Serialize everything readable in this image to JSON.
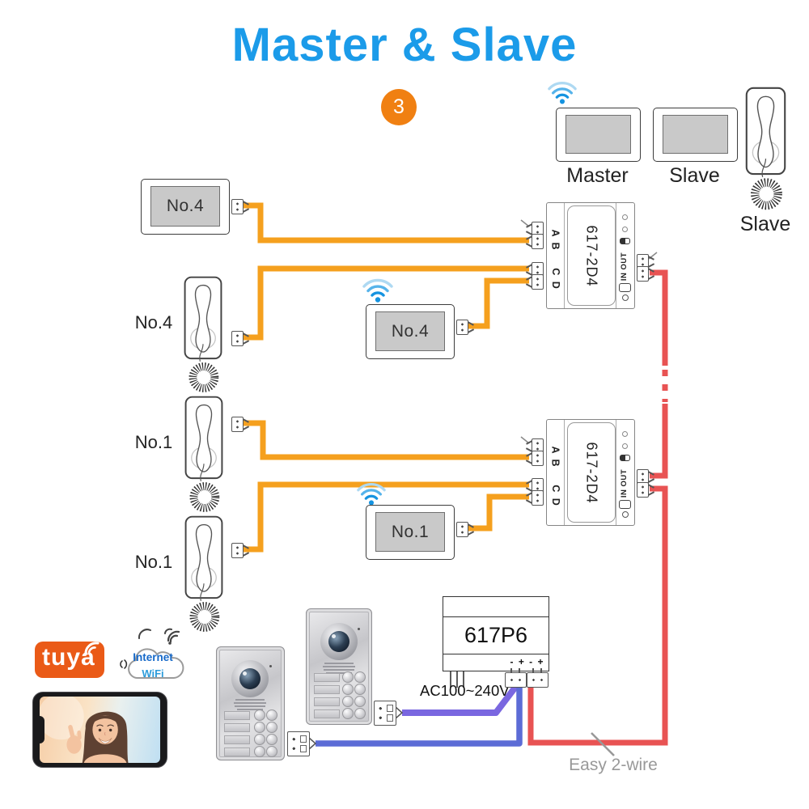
{
  "title": "Master & Slave",
  "step_badge": "3",
  "colors": {
    "accent_blue": "#1B9BE9",
    "badge_orange": "#F08012",
    "wire_orange": "#F5A01E",
    "wire_red": "#E85353",
    "wire_purple": "#7A67E0",
    "wire_blue": "#5C6CD6",
    "tuya_orange": "#EA5A17",
    "wifi_blue": "#1593E0",
    "label_gray": "#999999",
    "screen_gray": "#C9C9C9"
  },
  "top_right": {
    "master_label": "Master",
    "slave_label": "Slave",
    "slave_handset_label": "Slave"
  },
  "left_column": {
    "monitor_label": "No.4",
    "handset_top_label": "No.4",
    "handset_mid_label": "No.1",
    "handset_bottom_label": "No.1"
  },
  "middle_column": {
    "monitor_top_label": "No.4",
    "monitor_bottom_label": "No.1"
  },
  "distributors": {
    "unit1": {
      "model": "617-2D4",
      "terminals_ab": "A B",
      "terminals_cd": "C D",
      "io_label": "IN OUT"
    },
    "unit2": {
      "model": "617-2D4",
      "terminals_ab": "A B",
      "terminals_cd": "C D",
      "io_label": "IN OUT"
    }
  },
  "power_supply": {
    "model": "617P6",
    "input_label": "AC100~240V",
    "polarity_label": "- + - +"
  },
  "branding": {
    "tuya_label": "tuya",
    "cloud_line1": "Internet",
    "cloud_line2": "WiFi"
  },
  "annotations": {
    "easy_wire_label": "Easy 2-wire"
  }
}
